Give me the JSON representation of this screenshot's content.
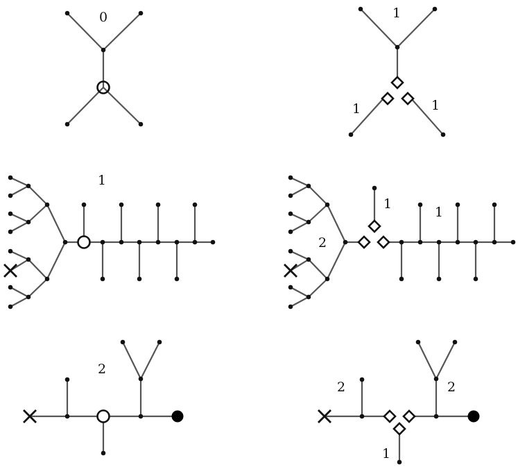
{
  "diagrams": [
    {
      "id": "top-left",
      "labels": [
        "0"
      ]
    },
    {
      "id": "top-right",
      "labels": [
        "1",
        "1",
        "1"
      ]
    },
    {
      "id": "middle-left",
      "labels": [
        "1"
      ]
    },
    {
      "id": "middle-right",
      "labels": [
        "1",
        "1",
        "2"
      ]
    },
    {
      "id": "bottom-left",
      "labels": [
        "2"
      ]
    },
    {
      "id": "bottom-right",
      "labels": [
        "2",
        "2",
        "1"
      ]
    }
  ],
  "colors": {
    "edge": "#555555",
    "node": "#111111"
  }
}
